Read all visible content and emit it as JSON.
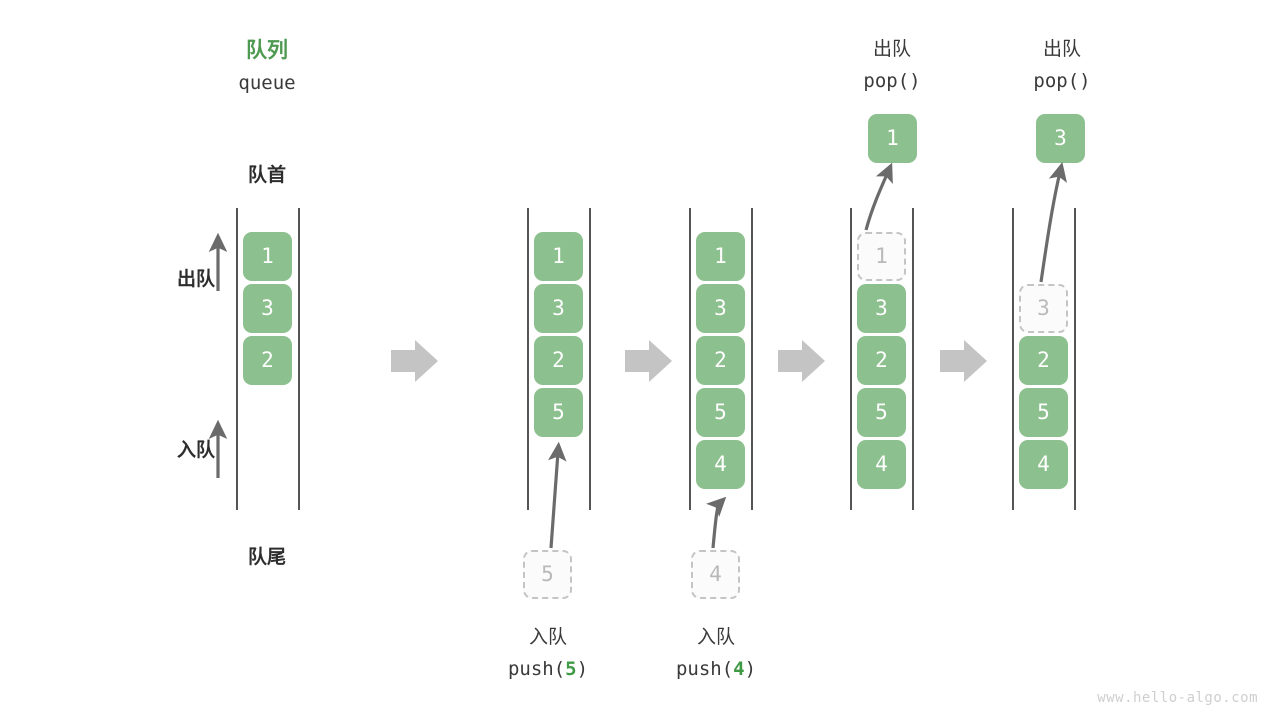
{
  "title": {
    "cn": "队列",
    "en": "queue"
  },
  "axis_labels": {
    "head": "队首",
    "tail": "队尾",
    "dequeue": "出队",
    "enqueue": "入队"
  },
  "watermark": "www.hello-algo.com",
  "colors": {
    "element": "#8cc08e",
    "element_text": "#ffffff",
    "ghost_fill": "#fbfbfb",
    "ghost_border": "#c4c4c4",
    "ghost_text": "#b9b9b9",
    "rail": "#555555",
    "arrow": "#6b6b6b",
    "step_arrow": "#c4c4c4",
    "accent_green": "#4e9a51",
    "text": "#2e2e2e",
    "watermark": "#cfcfcf"
  },
  "stages": [
    {
      "id": "stage-initial",
      "cells": [
        {
          "value": "1",
          "ghost": false
        },
        {
          "value": "3",
          "ghost": false
        },
        {
          "value": "2",
          "ghost": false
        }
      ],
      "top_label": null,
      "top_cell": null,
      "bottom_cell": null,
      "bottom_label": null
    },
    {
      "id": "stage-push-5",
      "cells": [
        {
          "value": "1",
          "ghost": false
        },
        {
          "value": "3",
          "ghost": false
        },
        {
          "value": "2",
          "ghost": false
        },
        {
          "value": "5",
          "ghost": false
        }
      ],
      "top_label": null,
      "top_cell": null,
      "bottom_cell": {
        "value": "5",
        "ghost": true
      },
      "bottom_label": {
        "cn": "入队",
        "op_prefix": "push(",
        "op_arg": "5",
        "op_suffix": ")"
      }
    },
    {
      "id": "stage-push-4",
      "cells": [
        {
          "value": "1",
          "ghost": false
        },
        {
          "value": "3",
          "ghost": false
        },
        {
          "value": "2",
          "ghost": false
        },
        {
          "value": "5",
          "ghost": false
        },
        {
          "value": "4",
          "ghost": false
        }
      ],
      "top_label": null,
      "top_cell": null,
      "bottom_cell": {
        "value": "4",
        "ghost": true
      },
      "bottom_label": {
        "cn": "入队",
        "op_prefix": "push(",
        "op_arg": "4",
        "op_suffix": ")"
      }
    },
    {
      "id": "stage-pop-1",
      "cells": [
        {
          "value": "1",
          "ghost": true
        },
        {
          "value": "3",
          "ghost": false
        },
        {
          "value": "2",
          "ghost": false
        },
        {
          "value": "5",
          "ghost": false
        },
        {
          "value": "4",
          "ghost": false
        }
      ],
      "top_label": {
        "cn": "出队",
        "op": "pop()"
      },
      "top_cell": {
        "value": "1",
        "ghost": false
      },
      "bottom_cell": null,
      "bottom_label": null
    },
    {
      "id": "stage-pop-3",
      "cells": [
        {
          "value": "",
          "ghost": false,
          "empty": true
        },
        {
          "value": "3",
          "ghost": true
        },
        {
          "value": "2",
          "ghost": false
        },
        {
          "value": "5",
          "ghost": false
        },
        {
          "value": "4",
          "ghost": false
        }
      ],
      "top_label": {
        "cn": "出队",
        "op": "pop()"
      },
      "top_cell": {
        "value": "3",
        "ghost": false
      },
      "bottom_cell": null,
      "bottom_label": null
    }
  ],
  "step_arrows": [
    {
      "name": "step-arrow-1"
    },
    {
      "name": "step-arrow-2"
    },
    {
      "name": "step-arrow-3"
    },
    {
      "name": "step-arrow-4"
    }
  ]
}
